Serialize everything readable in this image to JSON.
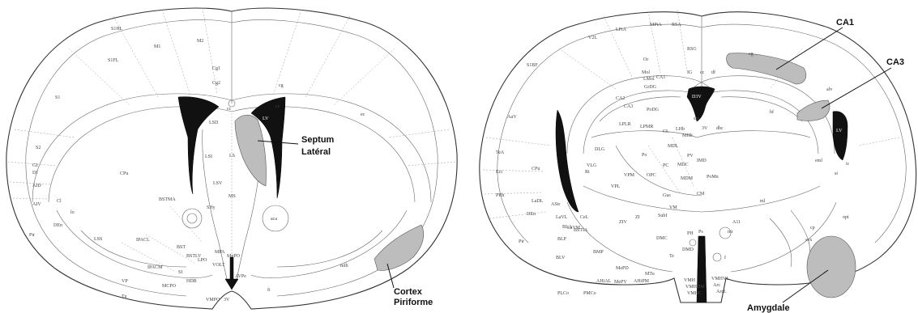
{
  "annotations": {
    "septum_line1": "Septum",
    "septum_line2": "Latéral",
    "cortex_line1": "Cortex",
    "cortex_line2": "Piriforme",
    "ca1": "CA1",
    "ca3": "CA3",
    "amygdale": "Amygdale"
  },
  "left_section": {
    "labels": [
      "S1HL",
      "M1",
      "M2",
      "Cg1",
      "Cg2",
      "S1FL",
      "S1",
      "S2",
      "GI",
      "DI",
      "AID",
      "AIV",
      "Cl",
      "CPu",
      "LSD",
      "LSI",
      "LS",
      "LSV",
      "MS",
      "SHy",
      "BSTMA",
      "BST",
      "BSTLV",
      "IPACL",
      "IPACM",
      "LPO",
      "MPA",
      "MnPO",
      "VOLT",
      "AVPe",
      "SI",
      "HDB",
      "MCPO",
      "VP",
      "Tu",
      "VMPO",
      "Pir",
      "DEn",
      "LSS",
      "lo",
      "cc",
      "cg",
      "LV",
      "aca",
      "mfb",
      "fi",
      "3V",
      "cc",
      "ec"
    ]
  },
  "right_section": {
    "labels": [
      "LPtA",
      "MPtA",
      "RSA",
      "V2L",
      "RSG",
      "S1BF",
      "cg",
      "IG",
      "cc",
      "df",
      "dhc",
      "CA1",
      "CA2",
      "CA3",
      "Mol",
      "LMol",
      "Or",
      "GrDG",
      "PoDG",
      "D3V",
      "sm",
      "LPLR",
      "LPMR",
      "DLG",
      "VLG",
      "LHb",
      "MHb",
      "CL",
      "MDL",
      "MDC",
      "IMD",
      "PV",
      "Po",
      "VPM",
      "VPL",
      "OPC",
      "PC",
      "MDM",
      "PoMn",
      "Rt",
      "CM",
      "Gus",
      "VM",
      "SubI",
      "ZI",
      "ZIV",
      "A11",
      "PH",
      "ml",
      "DMC",
      "DMD",
      "Te",
      "VMH",
      "VMHDM",
      "VMHC",
      "VMHVL",
      "Arc",
      "ArcL",
      "MTu",
      "MePD",
      "MePV",
      "AHiAL",
      "AHiPM",
      "BMP",
      "BLV",
      "BLP",
      "BLA",
      "CeL",
      "LaVL",
      "LaVM",
      "LaDL",
      "AStr",
      "BSTIA",
      "DEn",
      "Pir",
      "PRh",
      "Ect",
      "AuV",
      "TeA",
      "CPu",
      "LV",
      "ic",
      "st",
      "cp",
      "opt",
      "sox",
      "mt",
      "f",
      "Ps",
      "3V",
      "PLCo",
      "PMCo",
      "eml",
      "hf",
      "alv"
    ]
  }
}
